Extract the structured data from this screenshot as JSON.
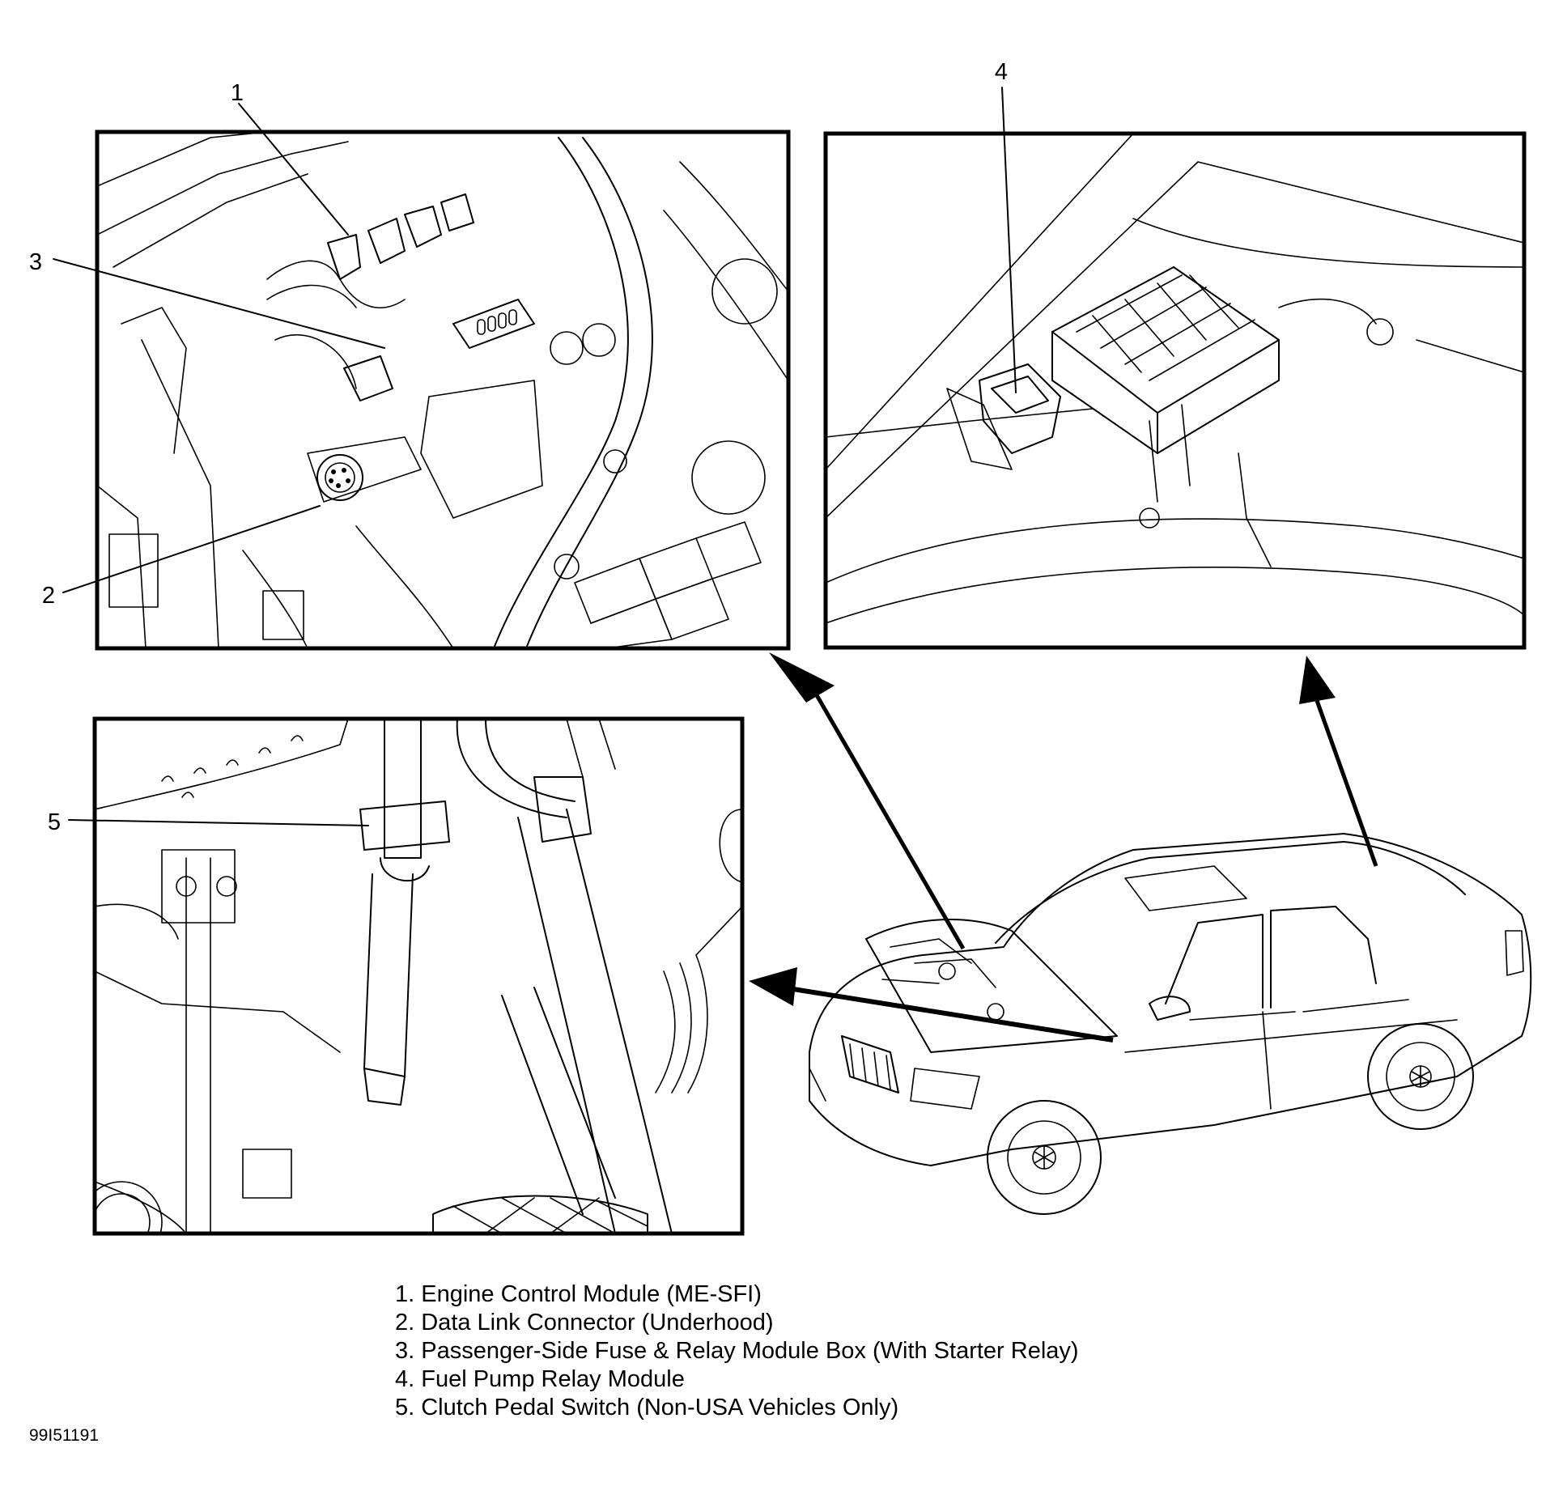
{
  "callouts": [
    "1",
    "2",
    "3",
    "4",
    "5"
  ],
  "legend": [
    "1. Engine Control Module (ME-SFI)",
    "2. Data Link Connector (Underhood)",
    "3. Passenger-Side Fuse & Relay Module Box (With Starter Relay)",
    "4. Fuel Pump Relay Module",
    "5. Clutch Pedal Switch (Non-USA Vehicles Only)"
  ],
  "figure_code": "99I51191"
}
